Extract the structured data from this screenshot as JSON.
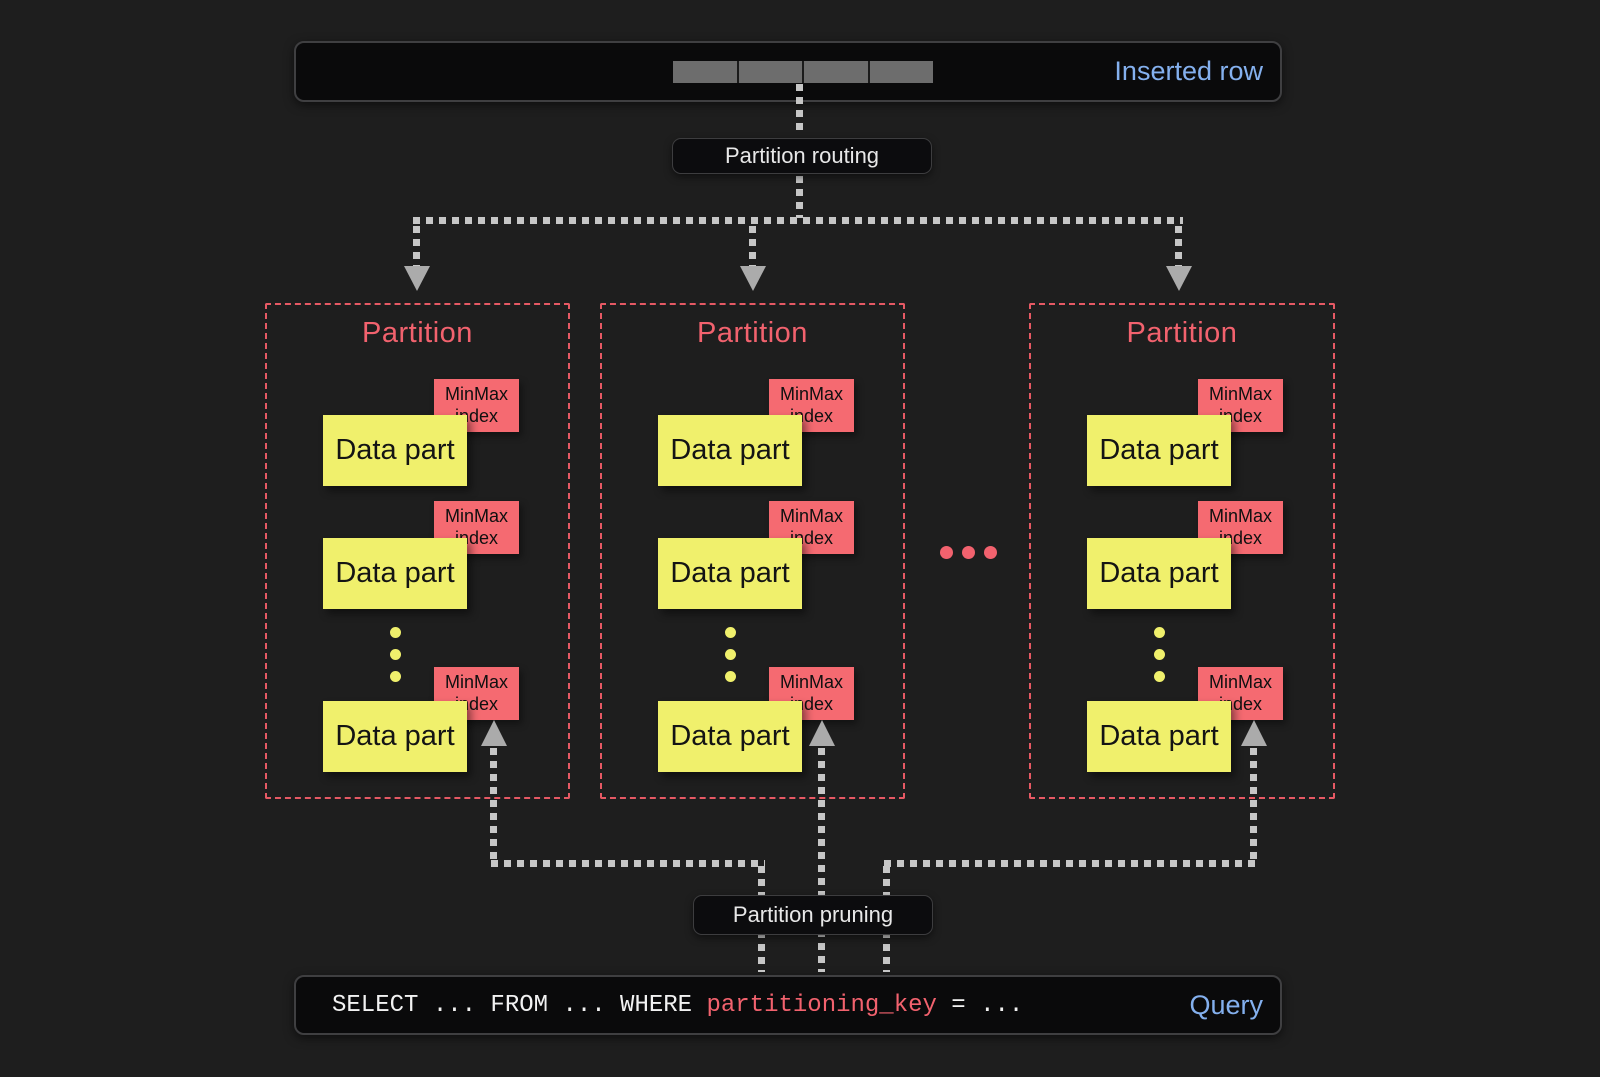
{
  "inserted_row": {
    "label": "Inserted row",
    "cell_count": 4
  },
  "labels": {
    "routing": "Partition routing",
    "pruning": "Partition pruning",
    "minmax_line1": "MinMax",
    "minmax_line2": "index"
  },
  "partitions": [
    {
      "title": "Partition",
      "parts": [
        "Data part",
        "Data part",
        "Data part"
      ]
    },
    {
      "title": "Partition",
      "parts": [
        "Data part",
        "Data part",
        "Data part"
      ]
    },
    {
      "title": "Partition",
      "parts": [
        "Data part",
        "Data part",
        "Data part"
      ]
    }
  ],
  "query": {
    "prefix": "SELECT ... FROM ... WHERE ",
    "highlight": "partitioning_key",
    "suffix": " = ...",
    "label": "Query"
  },
  "colors": {
    "bg": "#1e1e1e",
    "panel-bg": "#0a0a0b",
    "panel-border": "#3f3f41",
    "blue": "#84b0ee",
    "pink": "#f2626e",
    "pink-border": "#e65964",
    "tag-bg": "#f56a71",
    "yellow": "#f0f06c",
    "dash": "#c6c6c6",
    "arrow": "#ababab",
    "cell": "#6d6d6d",
    "pill-text": "#e8e8e8",
    "sql-white": "#f2f2f2"
  }
}
